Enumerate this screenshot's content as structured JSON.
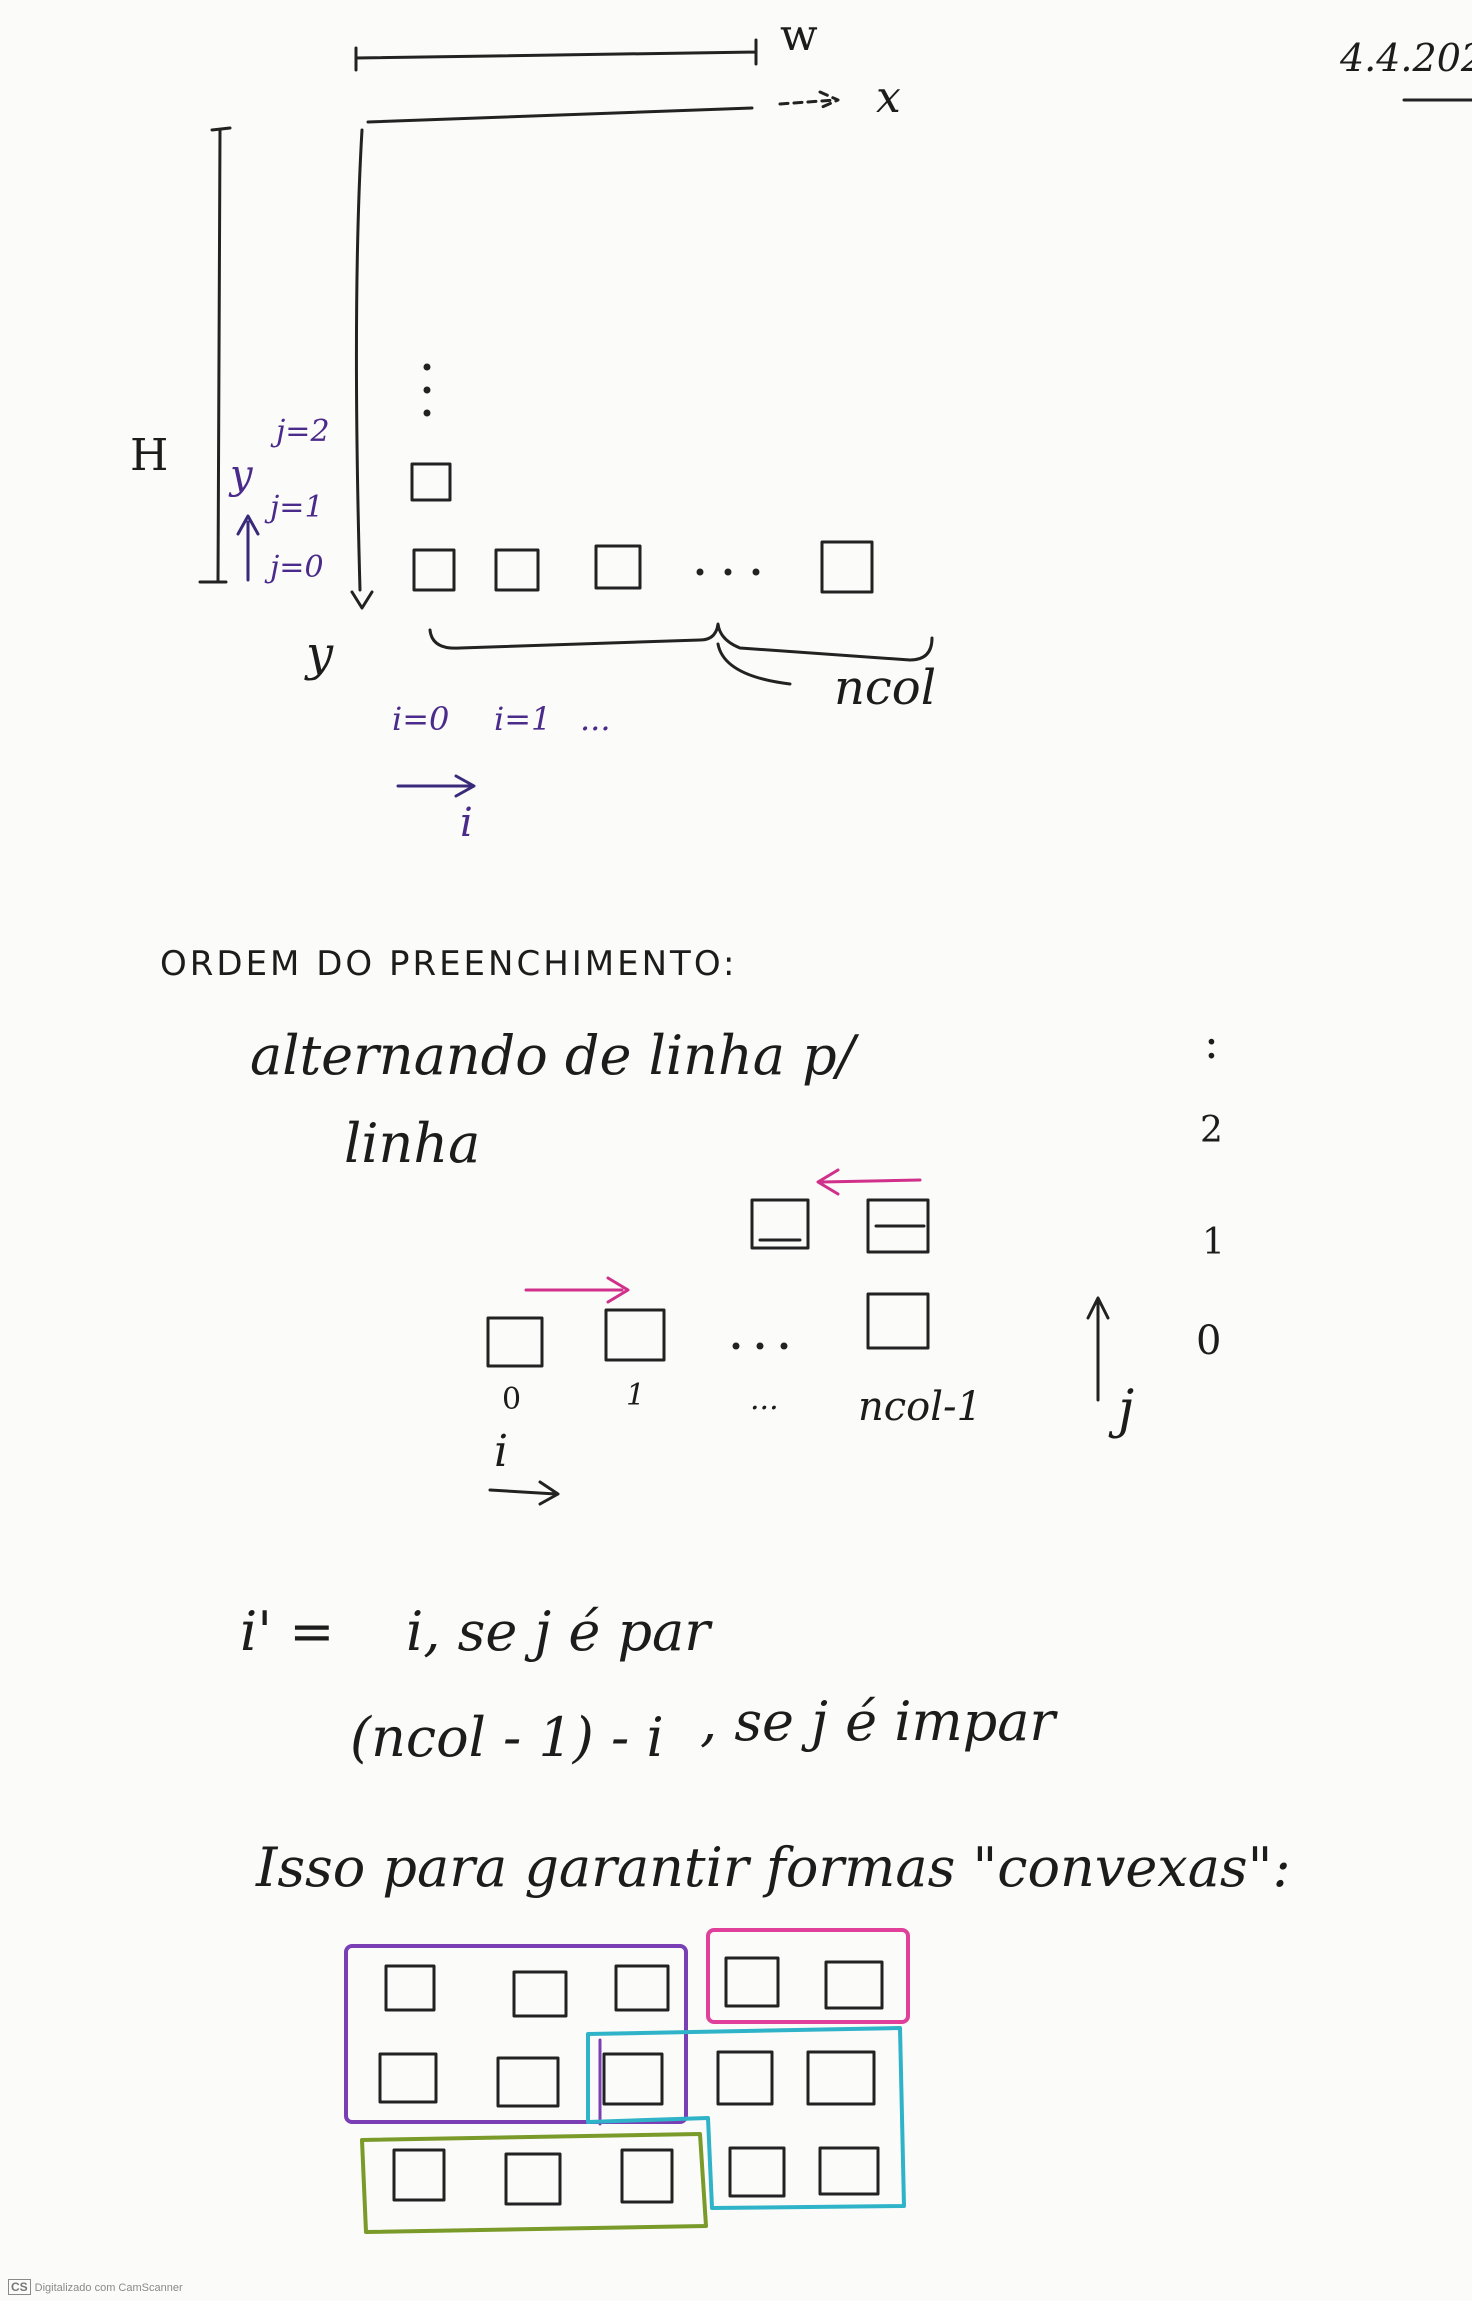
{
  "date": "4.4.202",
  "diagram1": {
    "label_w": "w",
    "label_x": "x",
    "label_H": "H",
    "label_y_axis": "y",
    "label_y_arrow": "y",
    "rows": [
      "j=0",
      "j=1",
      "j=2"
    ],
    "ncol": "ncol",
    "cols": [
      "i=0",
      "i=1",
      "..."
    ],
    "label_i": "i",
    "dots": "..."
  },
  "section": {
    "heading": "ORDEM DO PREENCHIMENTO:",
    "line1": "alternando de linha p/",
    "line2": "linha"
  },
  "diagram2": {
    "index_0": "0",
    "index_1": "1",
    "index_dots": "...",
    "index_last": "ncol-1",
    "label_i": "i",
    "label_j": "j",
    "row_labels": [
      "0",
      "1",
      "2",
      ":"
    ],
    "dots": "..."
  },
  "formula": {
    "lhs": "i' =",
    "case1": "i, se j é par",
    "case2_expr": "(ncol - 1) - i",
    "case2_cond": ", se j é impar"
  },
  "conclusion": "Isso para garantir formas \"convexas\":",
  "groups": {
    "purple": "#7b3fb5",
    "pink": "#e0409a",
    "cyan": "#2fb3c8",
    "green": "#7a9a2a"
  },
  "footer": "Digitalizado com CamScanner",
  "footer_logo": "CS"
}
